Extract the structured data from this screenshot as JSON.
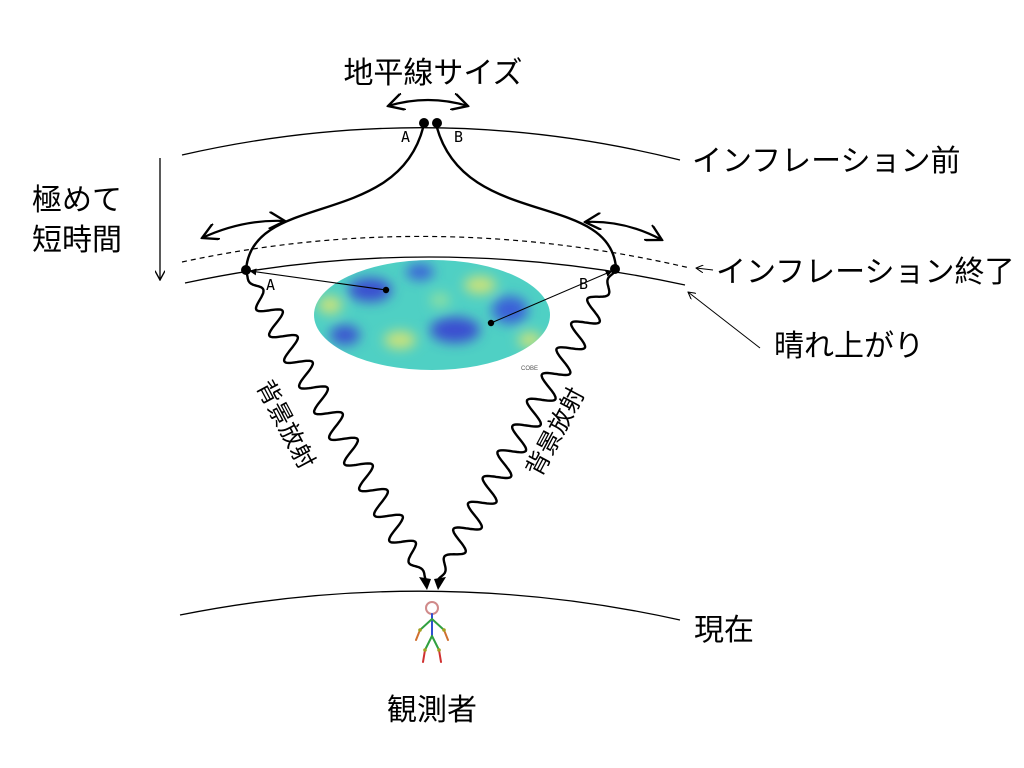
{
  "labels": {
    "horizon_size": "地平線サイズ",
    "before_inflation": "インフレーション前",
    "end_of_inflation": "インフレーション終了",
    "decoupling": "晴れ上がり",
    "very_short_time_line1": "極めて",
    "very_short_time_line2": "短時間",
    "background_radiation_left": "背景放射",
    "background_radiation_right": "背景放射",
    "present": "現在",
    "observer": "観測者",
    "point_a_top": "A",
    "point_b_top": "B",
    "point_a_bottom": "A",
    "point_b_bottom": "B",
    "cobe": "COBE"
  },
  "colors": {
    "line": "#000000",
    "cmb_base": "#4fd0c4",
    "cmb_cold": "#3a4fd0",
    "cmb_warm": "#c9e27a"
  }
}
